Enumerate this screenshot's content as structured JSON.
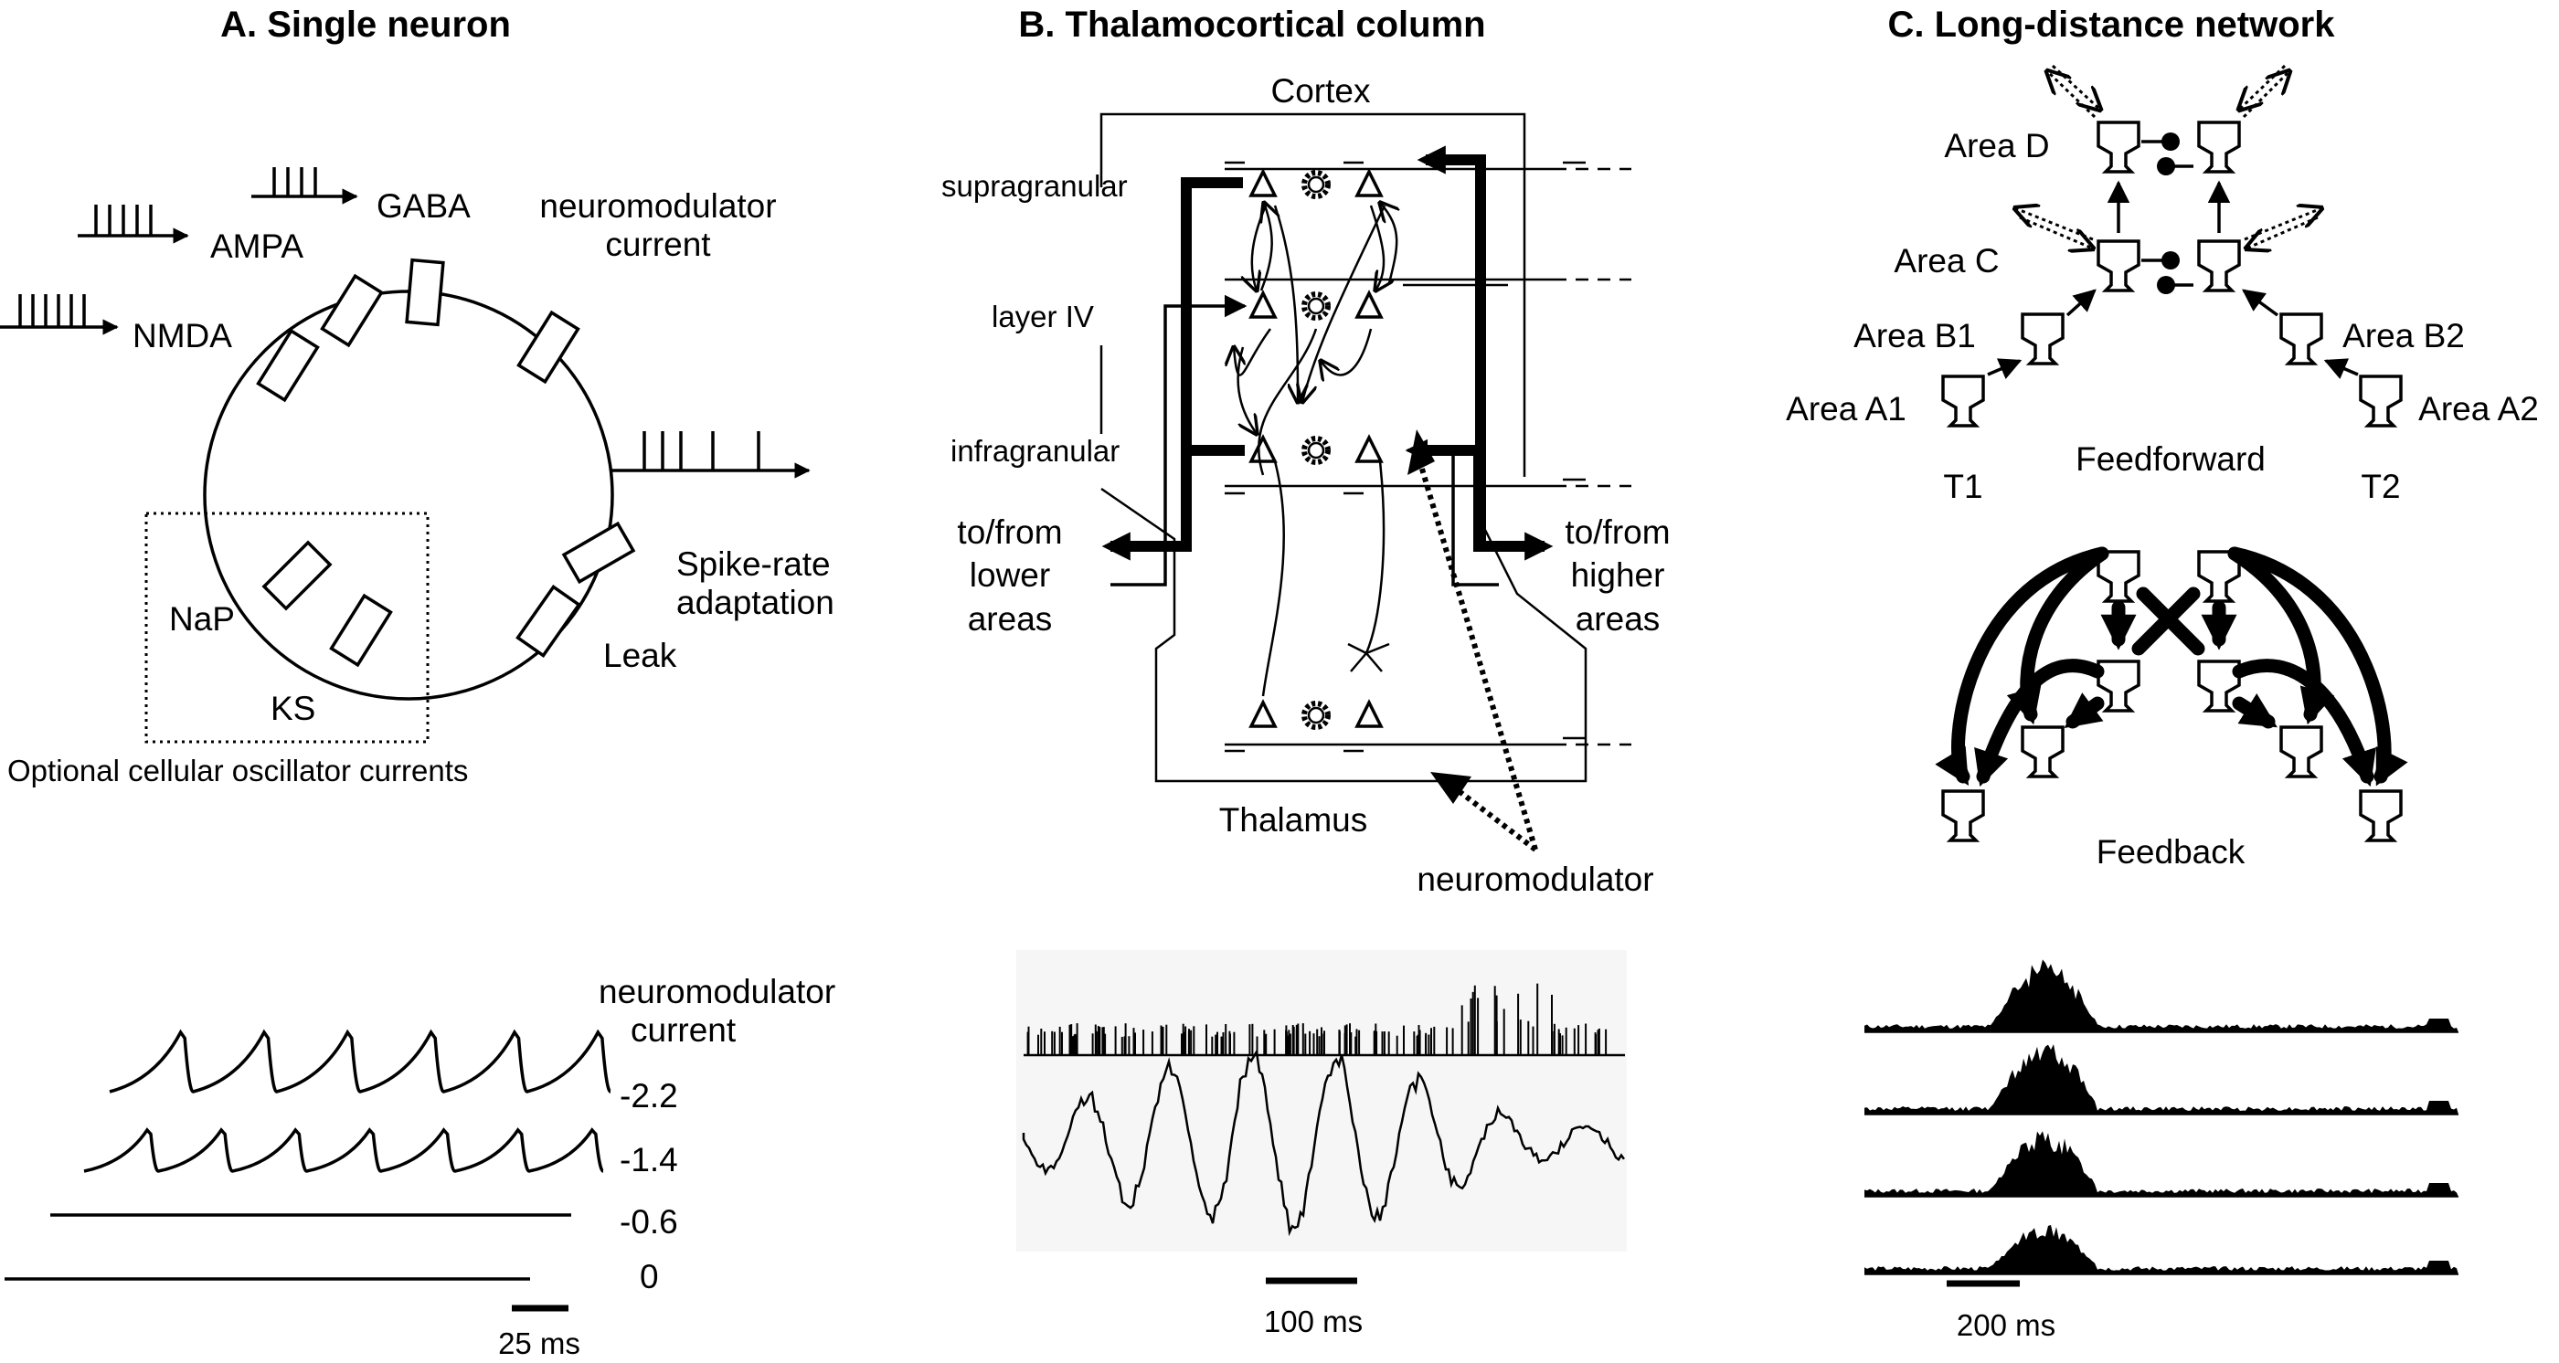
{
  "panel_a": {
    "title": "A. Single neuron",
    "label_ampa": "AMPA",
    "label_gaba": "GABA",
    "label_nmda": "NMDA",
    "label_neuromod": [
      "neuromodulator",
      "current"
    ],
    "label_spike_rate": [
      "Spike-rate",
      "adaptation"
    ],
    "label_leak": "Leak",
    "label_nap": "NaP",
    "label_ks": "KS",
    "label_optional": "Optional cellular oscillator currents",
    "trace_header": [
      "neuromodulator",
      "current"
    ],
    "trace_values": [
      "-2.2",
      "-1.4",
      "-0.6",
      "0"
    ],
    "scale_label": "25 ms"
  },
  "panel_b": {
    "title": "B. Thalamocortical column",
    "label_cortex": "Cortex",
    "label_supragranular": "supragranular",
    "label_layer4": "layer IV",
    "label_infragranular": "infragranular",
    "label_lower": [
      "to/from",
      "lower",
      "areas"
    ],
    "label_higher": [
      "to/from",
      "higher",
      "areas"
    ],
    "label_thalamus": "Thalamus",
    "label_neuromodulator": "neuromodulator",
    "scale_label": "100 ms"
  },
  "panel_c": {
    "title": "C. Long-distance network",
    "areas": [
      "Area D",
      "Area C",
      "Area B1",
      "Area B2",
      "Area A1",
      "Area A2"
    ],
    "label_t1": "T1",
    "label_t2": "T2",
    "label_feedforward": "Feedforward",
    "label_feedback": "Feedback",
    "scale_label": "200 ms"
  }
}
